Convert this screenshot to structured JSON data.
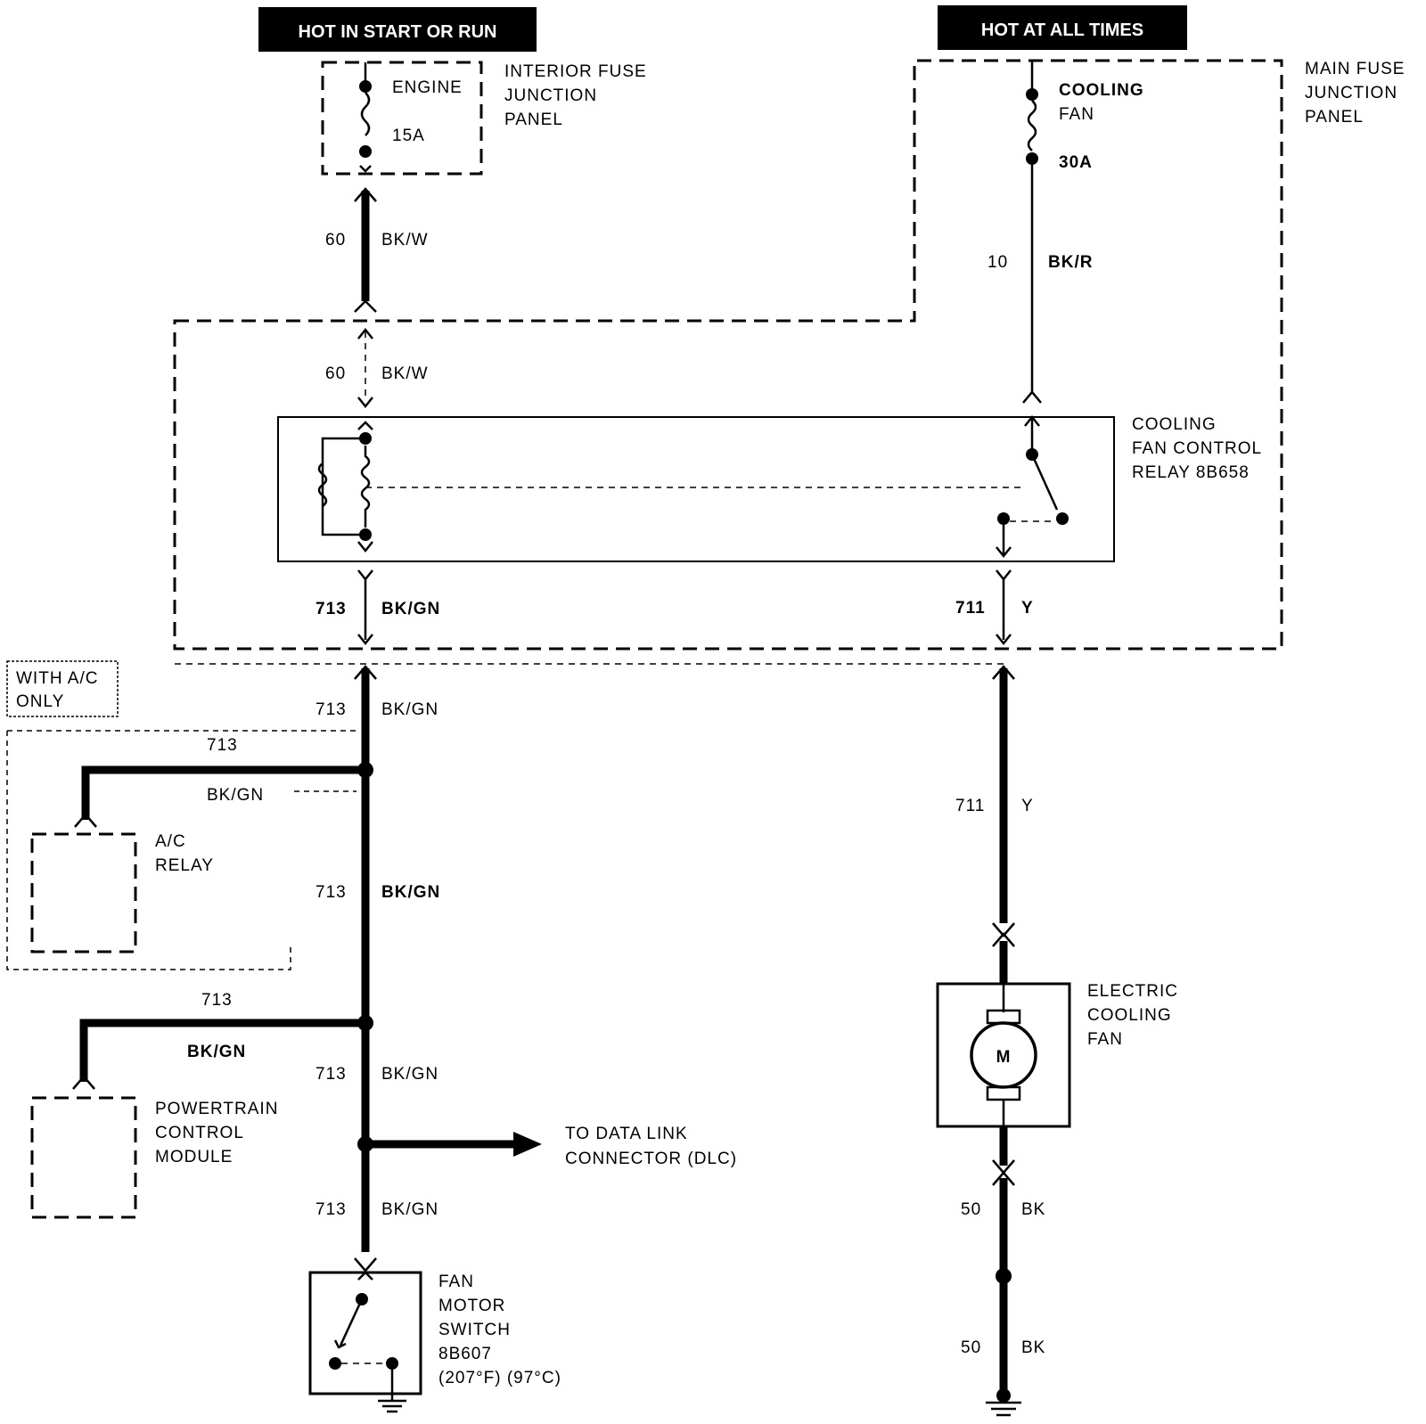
{
  "headers": {
    "hot_start_run": "HOT IN START OR RUN",
    "hot_all_times": "HOT AT ALL TIMES"
  },
  "components": {
    "interior_fuse_panel": [
      "INTERIOR FUSE",
      "JUNCTION",
      "PANEL"
    ],
    "engine_fuse": {
      "name": "ENGINE",
      "rating": "15A"
    },
    "main_fuse_panel": [
      "MAIN FUSE",
      "JUNCTION",
      "PANEL"
    ],
    "cooling_fan_fuse": {
      "name": [
        "COOLING",
        "FAN"
      ],
      "rating": "30A"
    },
    "relay": [
      "COOLING",
      "FAN CONTROL",
      "RELAY 8B658"
    ],
    "ac_note": [
      "WITH A/C",
      "ONLY"
    ],
    "ac_relay": [
      "A/C",
      "RELAY"
    ],
    "pcm": [
      "POWERTRAIN",
      "CONTROL",
      "MODULE"
    ],
    "dlc": [
      "TO DATA LINK",
      "CONNECTOR (DLC)"
    ],
    "fan_switch": [
      "FAN",
      "MOTOR",
      "SWITCH",
      "8B607",
      "(207°F) (97°C)"
    ],
    "electric_fan": [
      "ELECTRIC",
      "COOLING",
      "FAN"
    ],
    "motor_symbol": "M"
  },
  "wires": {
    "w60_top": {
      "circuit": "60",
      "color": "BK/W"
    },
    "w60_mid": {
      "circuit": "60",
      "color": "BK/W"
    },
    "w10": {
      "circuit": "10",
      "color": "BK/R"
    },
    "w713_a": {
      "circuit": "713",
      "color": "BK/GN"
    },
    "w711_a": {
      "circuit": "711",
      "color": "Y"
    },
    "w713_b": {
      "circuit": "713",
      "color": "BK/GN"
    },
    "w713_ac": {
      "circuit": "713",
      "color": "BK/GN"
    },
    "w711_b": {
      "circuit": "711",
      "color": "Y"
    },
    "w713_c": {
      "circuit": "713",
      "color": "BK/GN"
    },
    "w713_pcm": {
      "circuit": "713",
      "color": "BK/GN"
    },
    "w713_d": {
      "circuit": "713",
      "color": "BK/GN"
    },
    "w713_e": {
      "circuit": "713",
      "color": "BK/GN"
    },
    "w50_a": {
      "circuit": "50",
      "color": "BK"
    },
    "w50_b": {
      "circuit": "50",
      "color": "BK"
    }
  }
}
